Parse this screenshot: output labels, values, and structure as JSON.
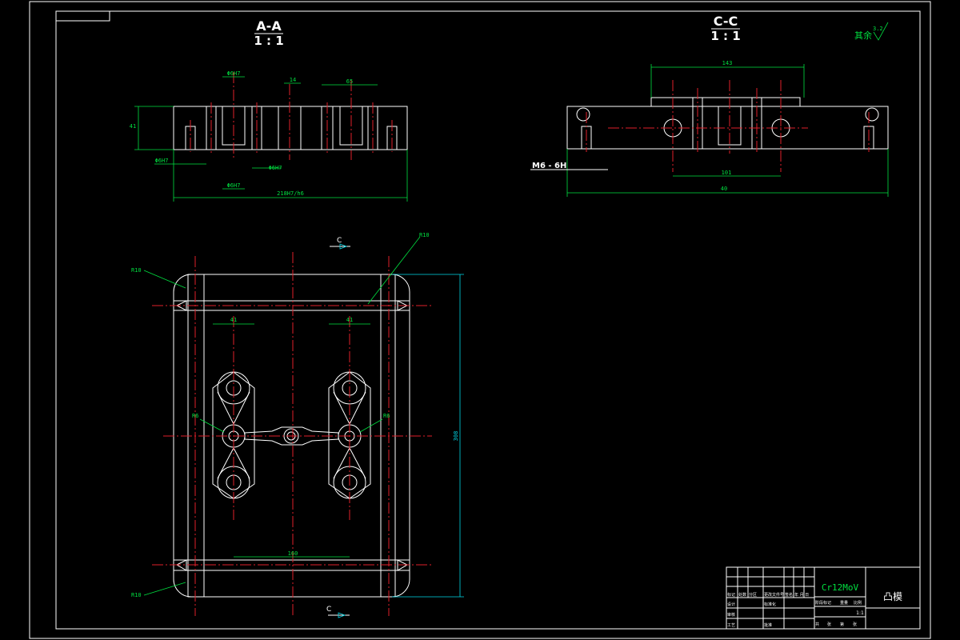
{
  "section_aa": {
    "label": "A-A",
    "scale": "1 : 1"
  },
  "section_cc": {
    "label": "C-C",
    "scale": "1 : 1"
  },
  "roughness": {
    "prefix": "其余",
    "value": "3.2"
  },
  "thread_note": "M6 - 6H",
  "dims_aa": {
    "d1": "Φ6H7",
    "d2": "14",
    "d3": "65",
    "d4": "41",
    "d5": "Φ6H7",
    "d6": "Φ6H7",
    "d7": "Φ6H7",
    "d8": "218H7/h6"
  },
  "dims_cc": {
    "d1": "143",
    "d2": "101",
    "d3": "40"
  },
  "dims_plan": {
    "r1": "R10",
    "r2": "R10",
    "r3": "R10",
    "d41a": "41",
    "d41b": "41",
    "d160": "160",
    "d308": "308",
    "r6a": "R6",
    "r6b": "R6"
  },
  "cut_marks": {
    "top": "C",
    "bottom": "C"
  },
  "title_block": {
    "material": "Cr12MoV",
    "part_name": "凸模",
    "scale": "1:1",
    "cells": [
      "标记",
      "处数",
      "分区",
      "更改文件号",
      "签名",
      "年 月 日",
      "设计",
      "标准化",
      "阶段标记",
      "重量",
      "比例",
      "审核",
      "工艺",
      "批准",
      "共",
      "张",
      "第",
      "张"
    ]
  }
}
